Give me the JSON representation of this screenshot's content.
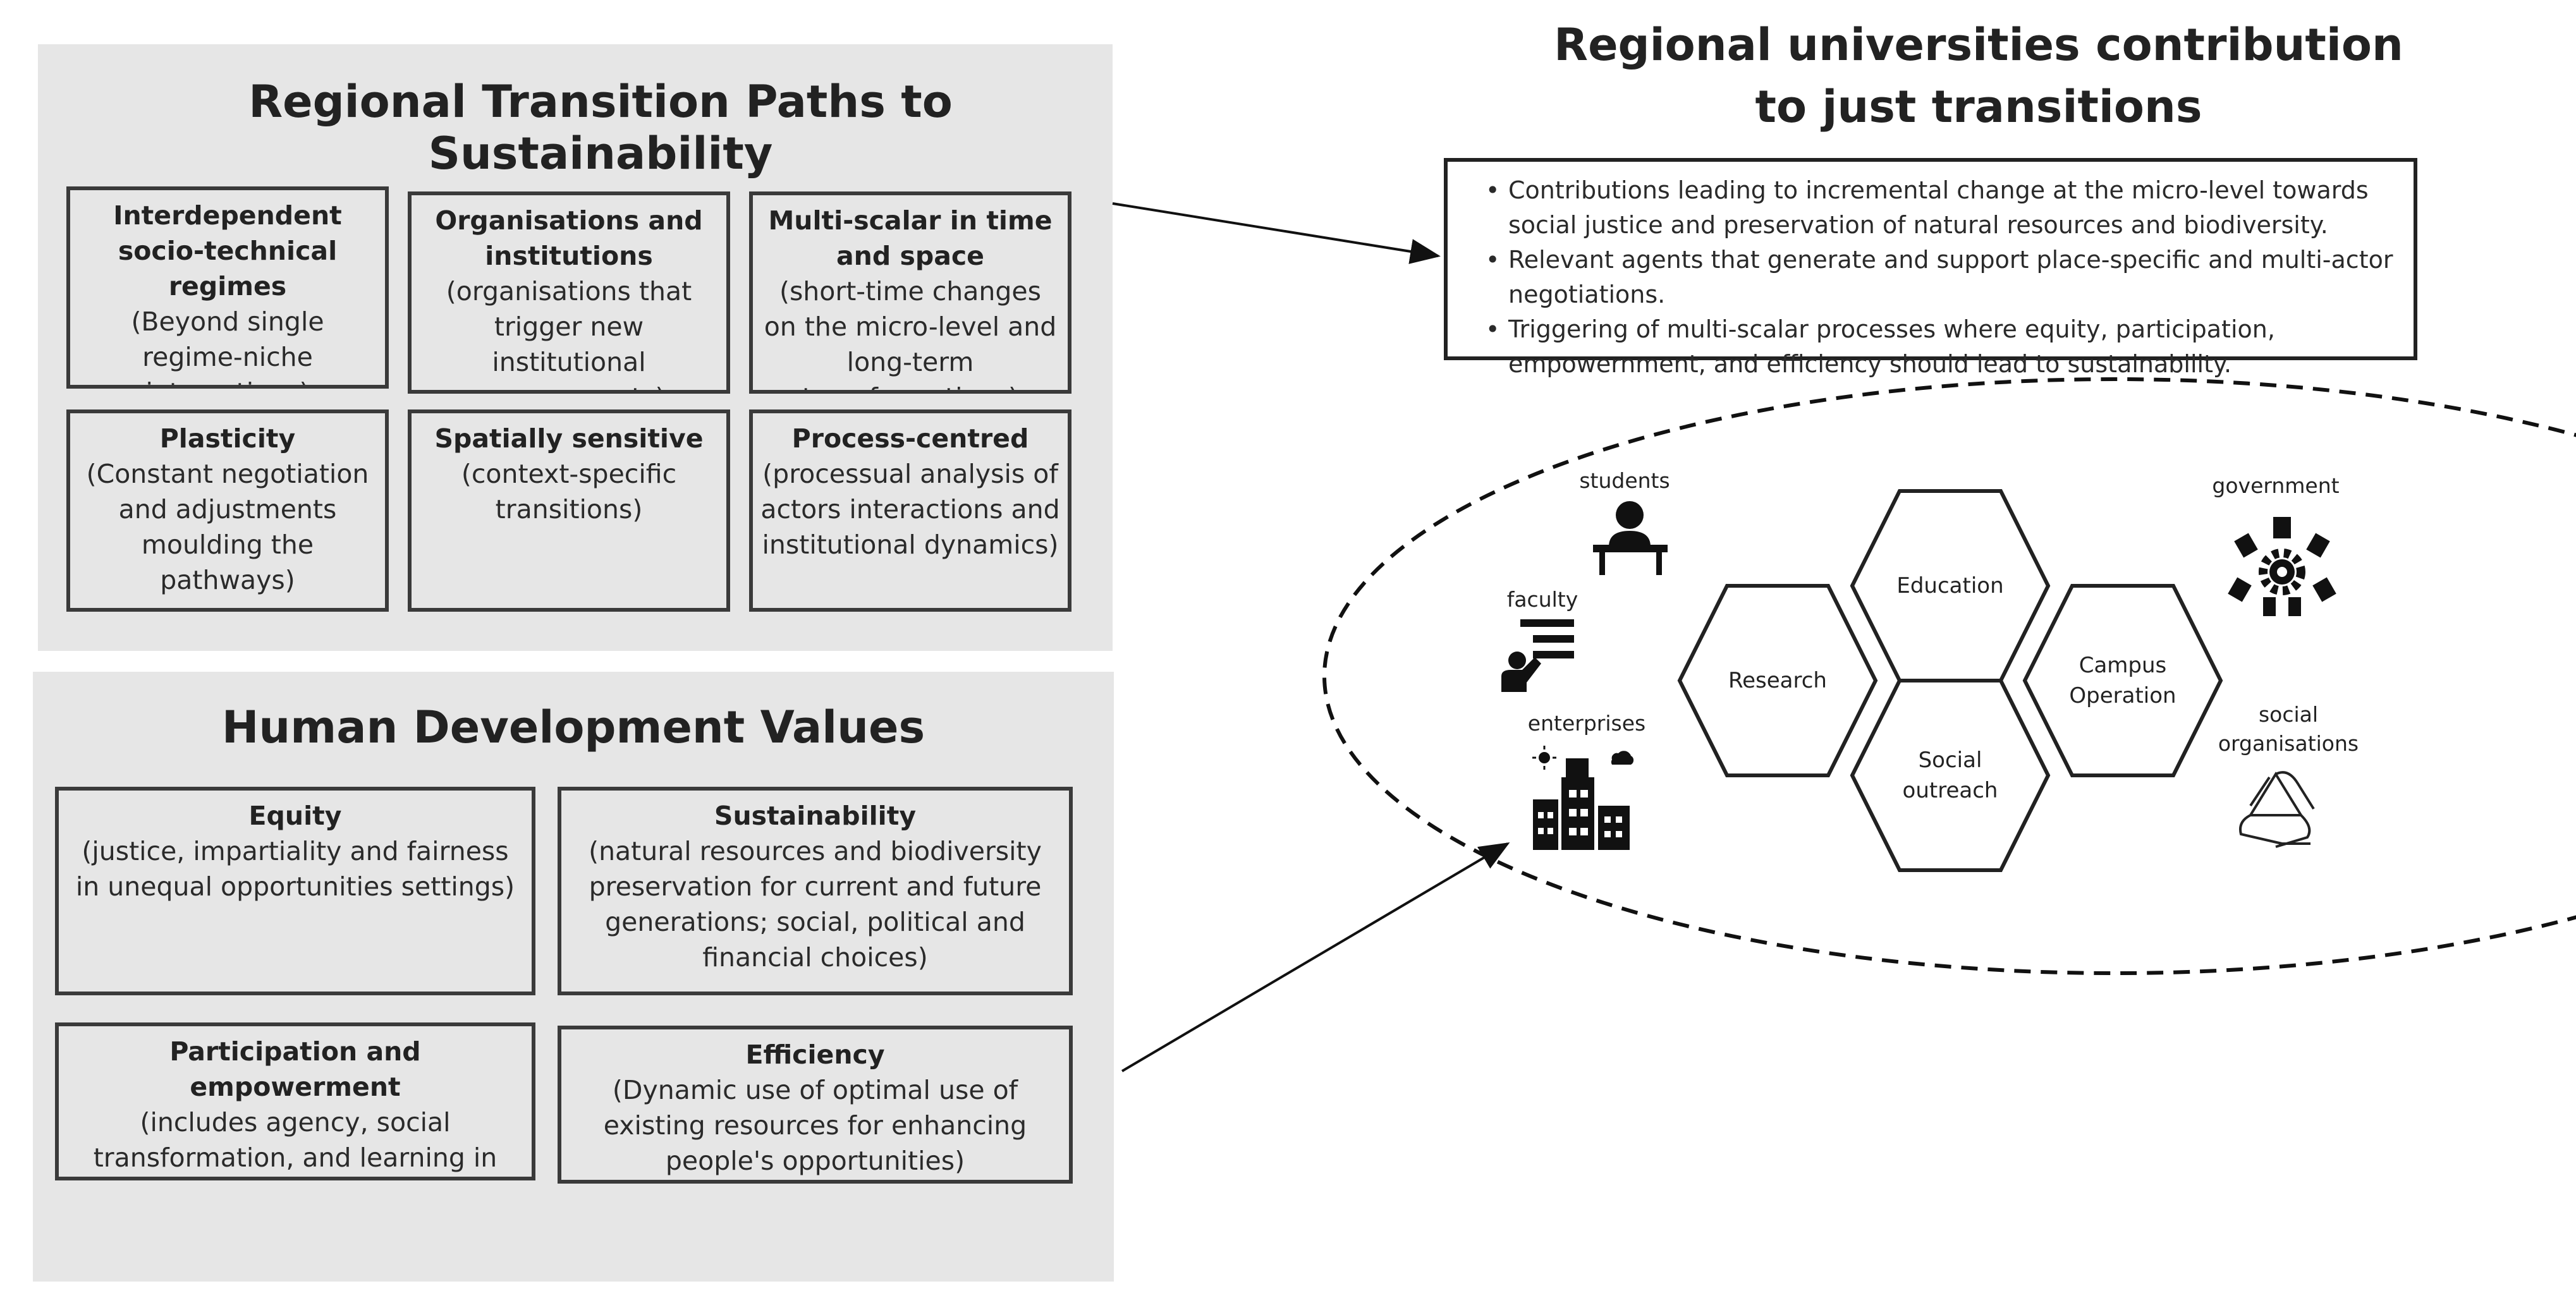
{
  "transition_paths": {
    "title": "Regional Transition Paths to Sustainability",
    "boxes": [
      {
        "title": "Interdependent socio-technical regimes",
        "desc": "(Beyond single regime-niche interactions)"
      },
      {
        "title": "Organisations and institutions",
        "desc": "(organisations that trigger new institutional arrangements)"
      },
      {
        "title": "Multi-scalar in time and space",
        "desc": "(short-time changes on the micro-level and long-term transformations)"
      },
      {
        "title": "Plasticity",
        "desc": "(Constant negotiation and adjustments moulding the pathways)"
      },
      {
        "title": "Spatially sensitive",
        "desc": "(context-specific transitions)"
      },
      {
        "title": "Process-centred",
        "desc": "(processual analysis of actors interactions and institutional dynamics)"
      }
    ]
  },
  "human_values": {
    "title": "Human Development Values",
    "boxes": [
      {
        "title": "Equity",
        "desc": "(justice, impartiality and fairness in unequal opportunities settings)"
      },
      {
        "title": "Sustainability",
        "desc": "(natural resources and biodiversity preservation for current and future generations; social, political and financial choices)"
      },
      {
        "title": "Participation and empowerment",
        "desc": "(includes agency, social transformation, and learning in diverse cultural settings)"
      },
      {
        "title": "Efficiency",
        "desc": "(Dynamic use of optimal use of existing resources for enhancing people's opportunities)"
      }
    ]
  },
  "universities": {
    "title_line1": "Regional universities contribution",
    "title_line2": "to just transitions",
    "bullets": [
      "Contributions leading to incremental change at the micro-level towards social justice and preservation of natural resources and biodiversity.",
      "Relevant agents that generate and support place-specific and multi-actor negotiations.",
      "Triggering of multi-scalar processes where equity, participation, empowernment, and efficiency should lead to sustainability."
    ]
  },
  "hexagons": {
    "education": "Education",
    "research": "Research",
    "campus_1": "Campus",
    "campus_2": "Operation",
    "social_1": "Social",
    "social_2": "outreach"
  },
  "actors": {
    "students": "students",
    "faculty": "faculty",
    "enterprises": "enterprises",
    "government": "government",
    "social_1": "social",
    "social_2": "organisations"
  },
  "icons": [
    "student-desk-icon",
    "teacher-board-icon",
    "city-buildings-icon",
    "government-gear-icon",
    "hands-circle-icon"
  ],
  "colors": {
    "panel": "#e6e6e6",
    "border": "#3a3a3a",
    "text": "#222222"
  }
}
